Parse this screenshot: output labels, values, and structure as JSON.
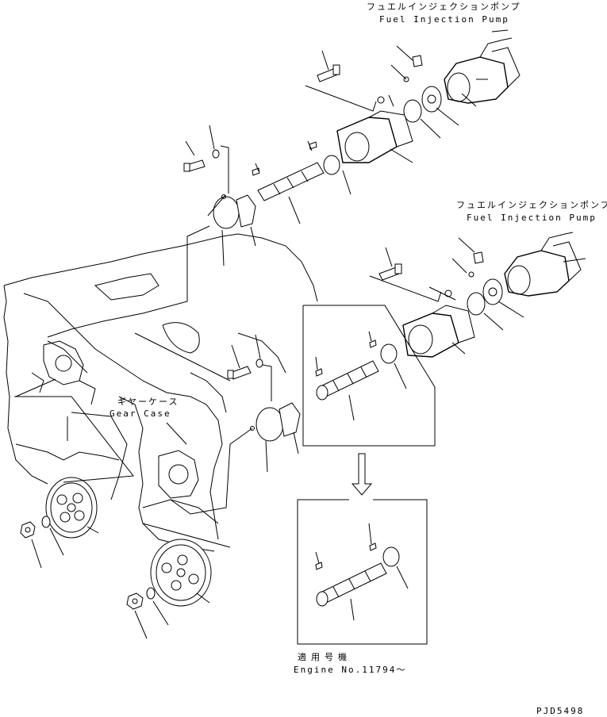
{
  "labels": {
    "pump_top_jp": "フュエルインジェクションポンプ",
    "pump_top_en": "Fuel Injection Pump",
    "pump_mid_jp": "フュエルインジェクションポンプ",
    "pump_mid_en": "Fuel Injection Pump",
    "gear_case_jp": "ギヤーケース",
    "gear_case_en": "Gear Case",
    "applicable_jp": "適用号機",
    "engine_no": "Engine No.11794～",
    "drawing_code": "PJD5498"
  }
}
